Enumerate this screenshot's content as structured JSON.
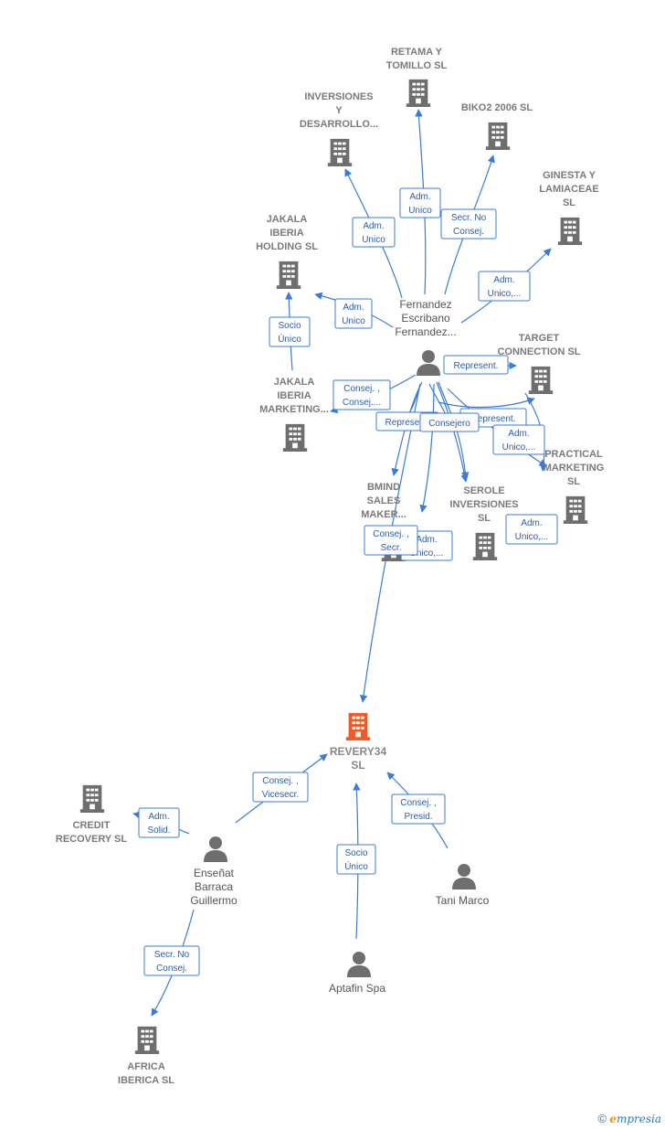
{
  "colors": {
    "edge": "#3a7bd5",
    "company": "#6e6e6e",
    "focal": "#ef5a28",
    "person": "#6e6e6e"
  },
  "focal": {
    "name": [
      "REVERY34",
      "SL"
    ]
  },
  "companies": [
    {
      "id": "retama",
      "name": [
        "RETAMA Y",
        "TOMILLO SL"
      ]
    },
    {
      "id": "inversiones",
      "name": [
        "INVERSIONES",
        "Y",
        "DESARROLLO..."
      ]
    },
    {
      "id": "biko2",
      "name": [
        "BIKO2 2006 SL"
      ]
    },
    {
      "id": "ginesta",
      "name": [
        "GINESTA Y",
        "LAMIACEAE",
        "SL"
      ]
    },
    {
      "id": "jakala_holding",
      "name": [
        "JAKALA",
        "IBERIA",
        "HOLDING  SL"
      ]
    },
    {
      "id": "target",
      "name": [
        "TARGET",
        "CONNECTION SL"
      ]
    },
    {
      "id": "jakala_marketing",
      "name": [
        "JAKALA",
        "IBERIA",
        "MARKETING..."
      ]
    },
    {
      "id": "practical",
      "name": [
        "PRACTICAL",
        "MARKETING",
        "SL"
      ]
    },
    {
      "id": "bmind",
      "name": [
        "BMIND",
        "SALES",
        "MAKER..."
      ]
    },
    {
      "id": "serole",
      "name": [
        "SEROLE",
        "INVERSIONES",
        "SL"
      ]
    },
    {
      "id": "credit",
      "name": [
        "CREDIT",
        "RECOVERY  SL"
      ]
    },
    {
      "id": "africa",
      "name": [
        "AFRICA",
        "IBERICA  SL"
      ]
    }
  ],
  "persons": [
    {
      "id": "fernandez",
      "name": [
        "Fernandez",
        "Escribano",
        "Fernandez..."
      ]
    },
    {
      "id": "ensenat",
      "name": [
        "Enseñat",
        "Barraca",
        "Guillermo"
      ]
    },
    {
      "id": "tani",
      "name": [
        "Tani Marco"
      ]
    },
    {
      "id": "aptafin",
      "name": [
        "Aptafin Spa"
      ]
    }
  ],
  "edges": [
    {
      "id": "e1",
      "label": [
        "Adm.",
        "Unico"
      ]
    },
    {
      "id": "e2",
      "label": [
        "Adm.",
        "Unico"
      ]
    },
    {
      "id": "e3",
      "label": [
        "Secr.  No",
        "Consej."
      ]
    },
    {
      "id": "e4",
      "label": [
        "Adm.",
        "Unico,..."
      ]
    },
    {
      "id": "e5",
      "label": [
        "Adm.",
        "Unico"
      ]
    },
    {
      "id": "e6",
      "label": [
        "Socio",
        "Único"
      ]
    },
    {
      "id": "e7",
      "label": [
        "Represent."
      ]
    },
    {
      "id": "e8",
      "label": [
        "Consej. ,",
        "Consej...."
      ]
    },
    {
      "id": "e9",
      "label": [
        "Represent."
      ]
    },
    {
      "id": "e10",
      "label": [
        "Represent."
      ]
    },
    {
      "id": "e11",
      "label": [
        "Consejero"
      ]
    },
    {
      "id": "e12",
      "label": [
        "Adm.",
        "Unico,..."
      ]
    },
    {
      "id": "e13",
      "label": [
        "Adm.",
        "Unico,..."
      ]
    },
    {
      "id": "e14",
      "label": [
        "Adm.",
        "Unico,..."
      ]
    },
    {
      "id": "e15",
      "label": [
        "Consej. ,",
        "Secr."
      ]
    },
    {
      "id": "e16",
      "label": [
        "Consej. ,",
        "Vicesecr."
      ]
    },
    {
      "id": "e17",
      "label": [
        "Adm.",
        "Solid."
      ]
    },
    {
      "id": "e18",
      "label": [
        "Socio",
        "Único"
      ]
    },
    {
      "id": "e19",
      "label": [
        "Consej. ,",
        "Presid."
      ]
    },
    {
      "id": "e20",
      "label": [
        "Secr.  No",
        "Consej."
      ]
    }
  ],
  "footer": {
    "copyright": "©",
    "brand_initial": "e",
    "brand_rest": "mpresia"
  }
}
